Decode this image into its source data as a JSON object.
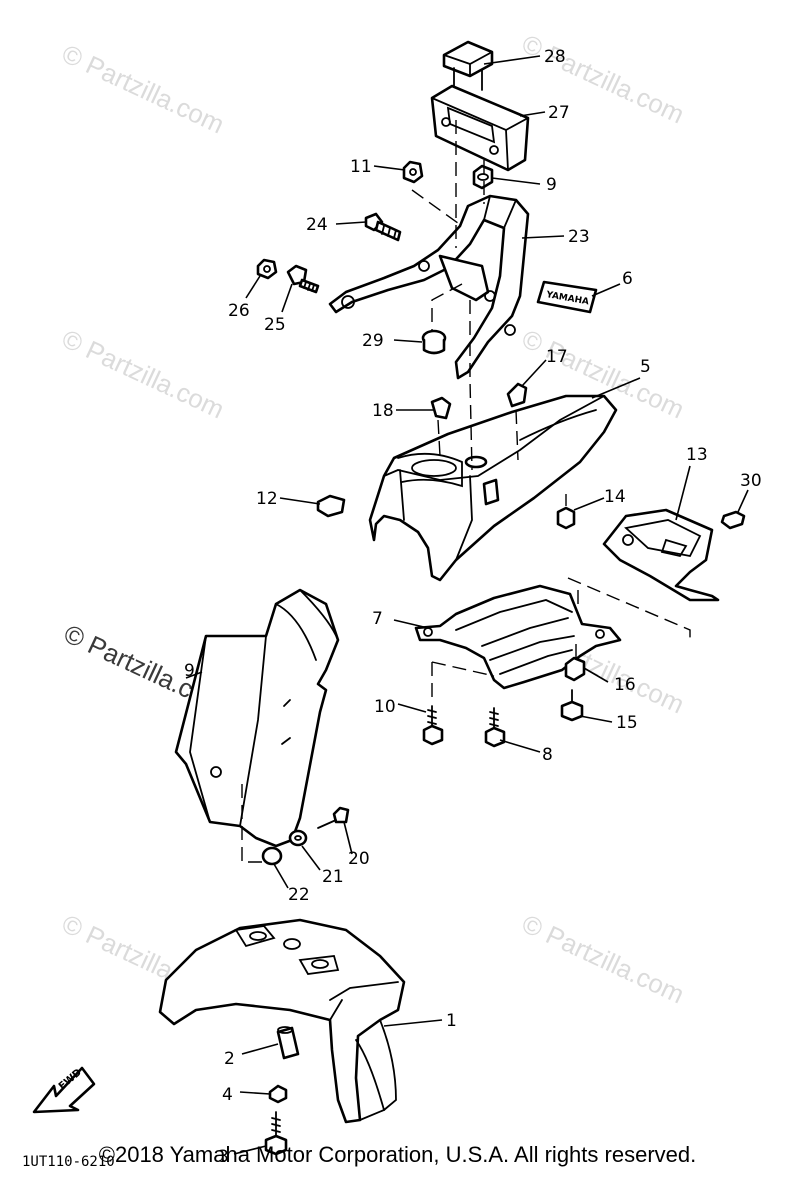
{
  "callouts": {
    "c1": "1",
    "c2": "2",
    "c3": "3",
    "c4": "4",
    "c5": "5",
    "c6": "6",
    "c7": "7",
    "c8": "8",
    "c9": "9",
    "c10": "10",
    "c11": "11",
    "c12": "12",
    "c13": "13",
    "c14": "14",
    "c15": "15",
    "c16": "16",
    "c17": "17",
    "c18": "18",
    "c20": "20",
    "c21": "21",
    "c22": "22",
    "c23": "23",
    "c24": "24",
    "c25": "25",
    "c26": "26",
    "c27": "27",
    "c28": "28",
    "c29": "29",
    "c30": "30",
    "c9b": "9"
  },
  "watermark": "© Partzilla.com",
  "diagram_code": "1UT110-6210",
  "fwd_label": "FWD",
  "decal_text": "YAMAHA",
  "copyright": "©2018 Yamaha Motor Corporation, U.S.A. All rights reserved."
}
